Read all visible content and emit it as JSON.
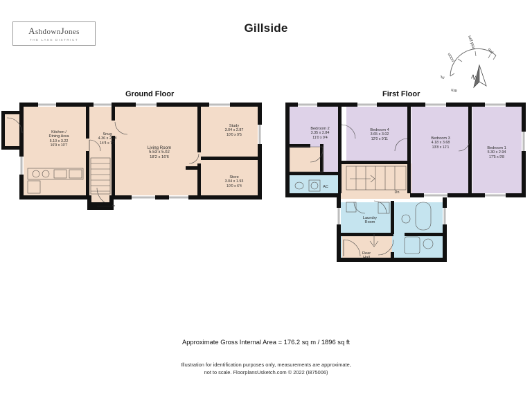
{
  "brand": {
    "name_part1": "A",
    "name_rest1": "shdown",
    "name_part2": "J",
    "name_rest2": "ones",
    "tagline": "THE LAKE DISTRICT"
  },
  "title": "Gillside",
  "floors": {
    "ground": {
      "title": "Ground Floor"
    },
    "first": {
      "title": "First Floor"
    }
  },
  "compass": {
    "north_letter": "N",
    "labels": [
      "mid am",
      "am",
      "noon",
      "mid pm",
      "pm"
    ]
  },
  "rooms": {
    "ground": [
      {
        "name": "Kitchen /",
        "name2": "Dining Area",
        "metric": "5.10 x 3.22",
        "imperial": "16'9 x 10'7"
      },
      {
        "name": "Snug",
        "metric": "4.36 x 2.18",
        "imperial": "14'4 x 7'2"
      },
      {
        "name": "Living Room",
        "metric": "5.53 x 5.02",
        "imperial": "18'2 x 16'6"
      },
      {
        "name": "Study",
        "metric": "3.04 x 2.87",
        "imperial": "10'0 x 9'5"
      },
      {
        "name": "Store",
        "metric": "3.04 x 1.93",
        "imperial": "10'0 x 6'4"
      }
    ],
    "first": [
      {
        "name": "Bedroom 2",
        "metric": "3.35 x 2.84",
        "imperial": "11'0 x 9'4"
      },
      {
        "name": "Bedroom 4",
        "metric": "3.65 x 3.02",
        "imperial": "12'0 x 9'11"
      },
      {
        "name": "Bedroom 3",
        "metric": "4.18 x 3.68",
        "imperial": "13'8 x 12'1"
      },
      {
        "name": "Bedroom 1",
        "metric": "5.30 x 2.94",
        "imperial": "17'5 x 9'8"
      },
      {
        "name": "Laundry",
        "name2": "Room"
      },
      {
        "name": "Rear",
        "name2": "Hall"
      }
    ],
    "annotations": {
      "airing_cupboard": "AC",
      "stairs_down": "Dn"
    }
  },
  "footer": {
    "area": "Approximate Gross Internal Area = 176.2 sq m / 1896 sq ft",
    "disclaimer_line1": "Illustration for identification purposes only, measurements are approximate,",
    "disclaimer_line2": "not to scale. FloorplansUsketch.com © 2022 (I875006)"
  },
  "colors": {
    "wall": "#111111",
    "ground_room": "#f3dcc9",
    "bedroom": "#ded2e8",
    "wet_room": "#c5e4ef",
    "page_background": "#ffffff"
  }
}
